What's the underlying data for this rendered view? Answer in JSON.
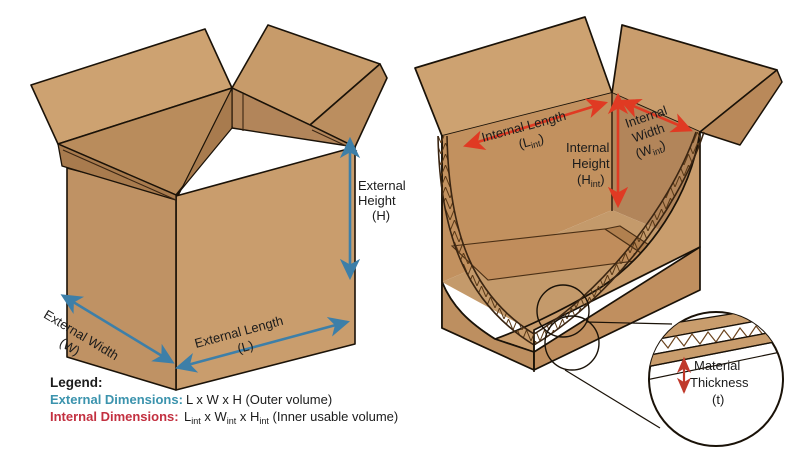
{
  "figure": {
    "title_visible": false,
    "background": "#ffffff"
  },
  "colors": {
    "box_face_light": "#c99d6d",
    "box_face_mid": "#c08f5d",
    "box_face_dark": "#a97a4c",
    "box_flap_top": "#cda271",
    "box_outline": "#1a1208",
    "external_arrow": "#3d7fa8",
    "internal_arrow": "#e03a23",
    "thickness_arrow": "#c0392b",
    "legend_external_text": "#3b93ad",
    "legend_internal_text": "#c33040",
    "text": "#1b1b1b"
  },
  "left_box": {
    "name": "external-dimensions-box",
    "labels": {
      "height": {
        "line1": "External",
        "line2": "Height",
        "line3": "(H)"
      },
      "width": {
        "line1": "External Width",
        "line2": "(W)"
      },
      "length": {
        "line1": "External Length",
        "line2": "(L)"
      }
    }
  },
  "right_box": {
    "name": "internal-dimensions-box",
    "labels": {
      "length": {
        "line1": "Internal Length",
        "base": "(L",
        "sub": "int",
        "close": ")"
      },
      "height": {
        "line1": "Internal",
        "line2": "Height",
        "base": "(H",
        "sub": "int",
        "close": ")"
      },
      "width": {
        "line1": "Internal",
        "line2": "Width",
        "base": "(W",
        "sub": "int",
        "close": ")"
      }
    },
    "callout": {
      "label_line1": "Material",
      "label_line2": "Thickness",
      "label_line3": "(t)"
    }
  },
  "legend": {
    "title": "Legend:",
    "rows": [
      {
        "key": "External Dimensions:",
        "value": "L x W x H (Outer volume)",
        "color": "#3b93ad"
      },
      {
        "key": "Internal Dimensions:",
        "value_parts": [
          {
            "t": "L",
            "sub": false
          },
          {
            "t": "int",
            "sub": true
          },
          {
            "t": " x W",
            "sub": false
          },
          {
            "t": "int",
            "sub": true
          },
          {
            "t": " x H",
            "sub": false
          },
          {
            "t": "int",
            "sub": true
          },
          {
            "t": " (Inner usable volume)",
            "sub": false
          }
        ],
        "color": "#c33040"
      }
    ]
  }
}
